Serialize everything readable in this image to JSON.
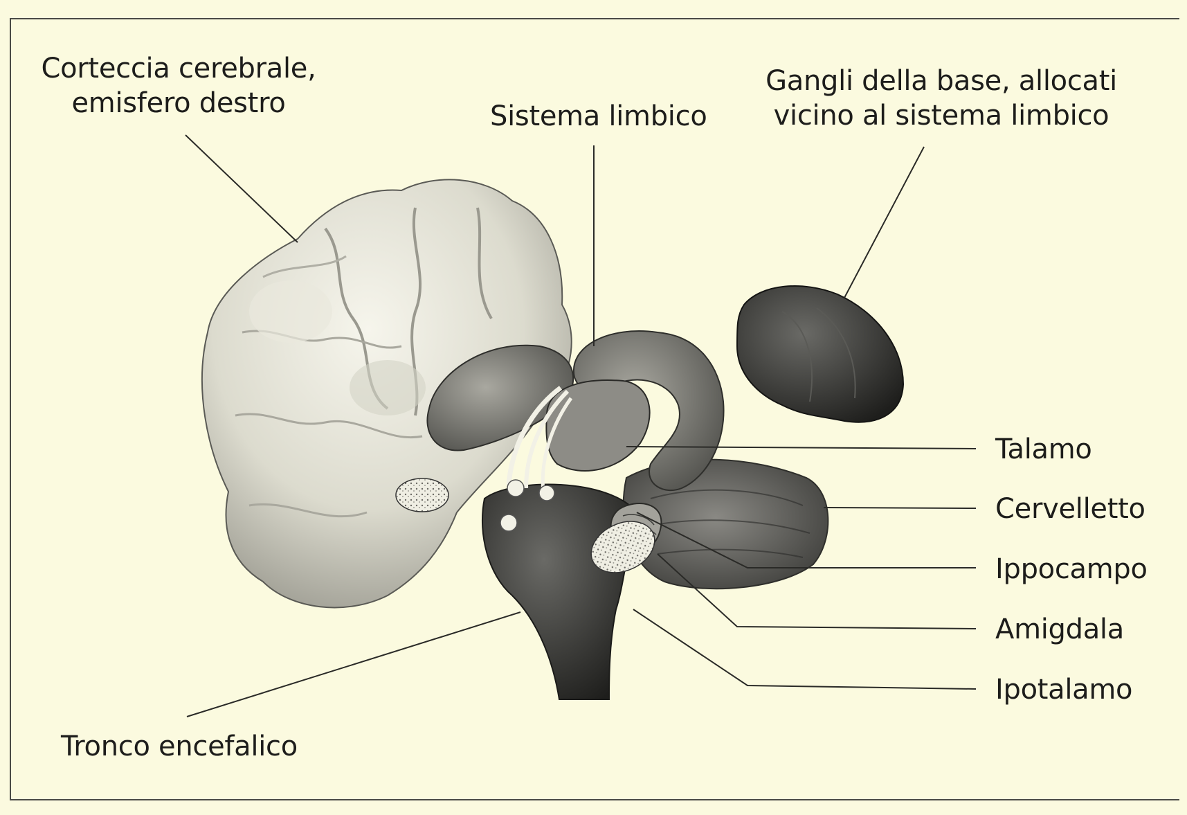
{
  "labels": {
    "cortex": [
      "Corteccia cerebrale,",
      "emisfero destro"
    ],
    "limbic": "Sistema limbico",
    "basal_ganglia": [
      "Gangli della base, allocati",
      "vicino al sistema limbico"
    ],
    "thalamus": "Talamo",
    "cerebellum": "Cervelletto",
    "hippocampus": "Ippocampo",
    "amygdala": "Amigdala",
    "hypothalamus": "Ipotalamo",
    "brainstem": "Tronco encefalico"
  },
  "colors": {
    "background": "#fbfadf",
    "ink": "#1d1d1b",
    "cortex_fill": "#e4e3d6",
    "dark_structure": "#2a2a28",
    "mid_structure": "#6e6e6a"
  }
}
